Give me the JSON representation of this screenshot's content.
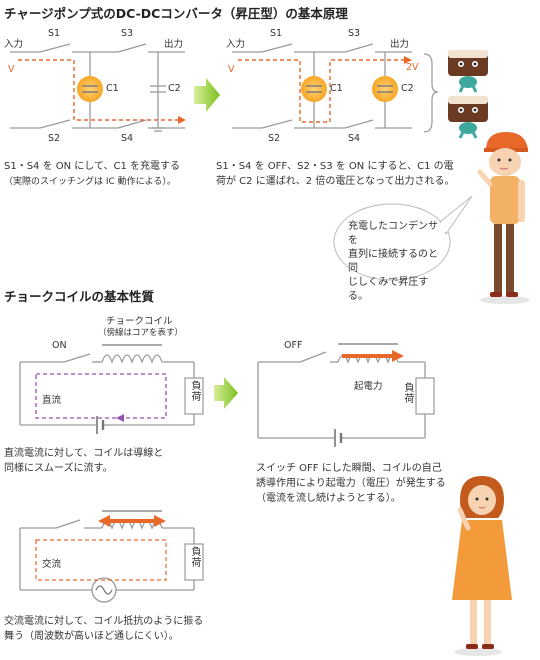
{
  "section1": {
    "title": "チャージポンプ式のDC-DCコンバータ（昇圧型）の基本原理",
    "left": {
      "input": "入力",
      "output": "出力",
      "v": "V",
      "s1": "S1",
      "s2": "S2",
      "s3": "S3",
      "s4": "S4",
      "c1": "C1",
      "c2": "C2",
      "caption1": "S1・S4 を ON にして、C1 を充電する",
      "caption2": "（実際のスイッチングは IC 動作による）。"
    },
    "right": {
      "input": "入力",
      "output": "出力",
      "v": "V",
      "v2": "2V",
      "s1": "S1",
      "s2": "S2",
      "s3": "S3",
      "s4": "S4",
      "c1": "C1",
      "c2": "C2",
      "caption1": "S1・S4 を OFF、S2・S3 を ON にすると、C1 の電",
      "caption2": "荷が C2 に運ばれ、2 倍の電圧となって出力される。"
    },
    "bubble": [
      "充電したコンデンサを",
      "直列に接続するのと同",
      "じしくみで昇圧する。"
    ]
  },
  "section2": {
    "title": "チョークコイルの基本性質",
    "coil_label": "チョークコイル",
    "coil_note": "（傍線はコアを表す）",
    "dc": {
      "switch": "ON",
      "current": "直流",
      "load": "負荷",
      "caption1": "直流電流に対して、コイルは導線と",
      "caption2": "同様にスムーズに流す。"
    },
    "off": {
      "switch": "OFF",
      "emf": "起電力",
      "load": "負荷",
      "caption1": "スイッチ OFF にした瞬間、コイルの自己",
      "caption2": "誘導作用により起電力（電圧）が発生する",
      "caption3": "（電流を流し続けようとする）。"
    },
    "ac": {
      "current": "交流",
      "load": "負荷",
      "caption1": "交流電流に対して、コイル抵抗のように振る",
      "caption2": "舞う（周波数が高いほど通しにくい）。"
    }
  },
  "colors": {
    "wire": "#9a9a9a",
    "accent": "#e8682a",
    "arrow": "#8fc31f",
    "capacitor": "#f6a623",
    "dashed_dc": "#9b4fb5"
  }
}
